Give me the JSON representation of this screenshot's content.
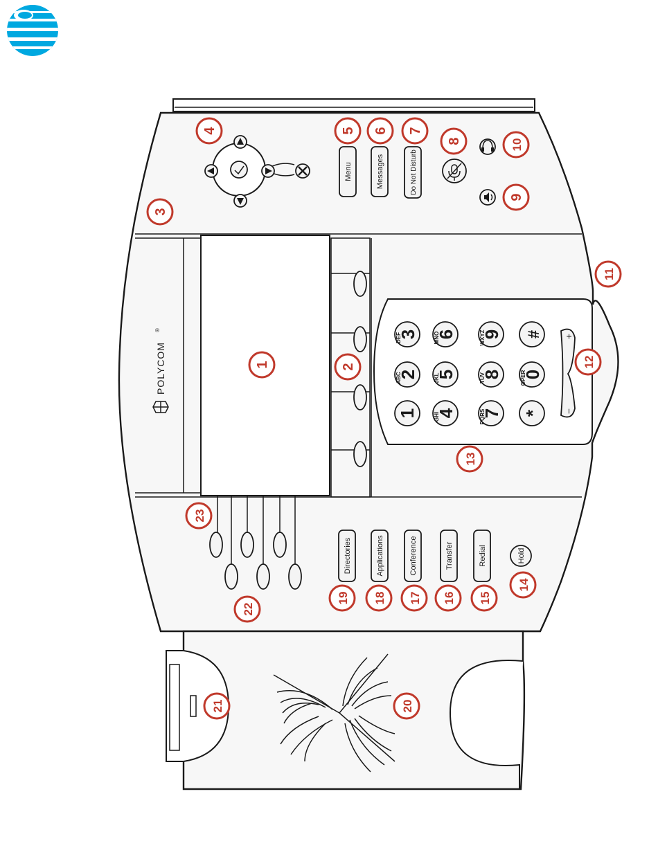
{
  "logo": {
    "name": "AT&T",
    "color": "#00a8e0",
    "icon": "globe-logo-icon"
  },
  "brand": {
    "text": "POLYCOM",
    "mark": "®"
  },
  "callouts": [
    "1",
    "2",
    "3",
    "4",
    "5",
    "6",
    "7",
    "8",
    "9",
    "10",
    "11",
    "12",
    "13",
    "14",
    "15",
    "16",
    "17",
    "18",
    "19",
    "20",
    "21",
    "22",
    "23"
  ],
  "buttons": {
    "menu": "Menu",
    "messages": "Messages",
    "dnd": "Do Not Disturb",
    "directories": "Directories",
    "applications": "Applications",
    "conference": "Conference",
    "transfer": "Transfer",
    "redial": "Redial",
    "hold": "Hold"
  },
  "keypad": [
    {
      "num": "1",
      "letters": ""
    },
    {
      "num": "2",
      "letters": "ABC"
    },
    {
      "num": "3",
      "letters": "DEF"
    },
    {
      "num": "4",
      "letters": "GHI"
    },
    {
      "num": "5",
      "letters": "JKL"
    },
    {
      "num": "6",
      "letters": "MNO"
    },
    {
      "num": "7",
      "letters": "PQRS"
    },
    {
      "num": "8",
      "letters": "TUV"
    },
    {
      "num": "9",
      "letters": "WXYZ"
    },
    {
      "num": "*",
      "letters": ""
    },
    {
      "num": "0",
      "letters": "OPER"
    },
    {
      "num": "#",
      "letters": ""
    }
  ],
  "volume": {
    "plus": "+",
    "minus": "−"
  },
  "colors": {
    "callout": "#c0392b",
    "outline": "#1a1a1a"
  }
}
